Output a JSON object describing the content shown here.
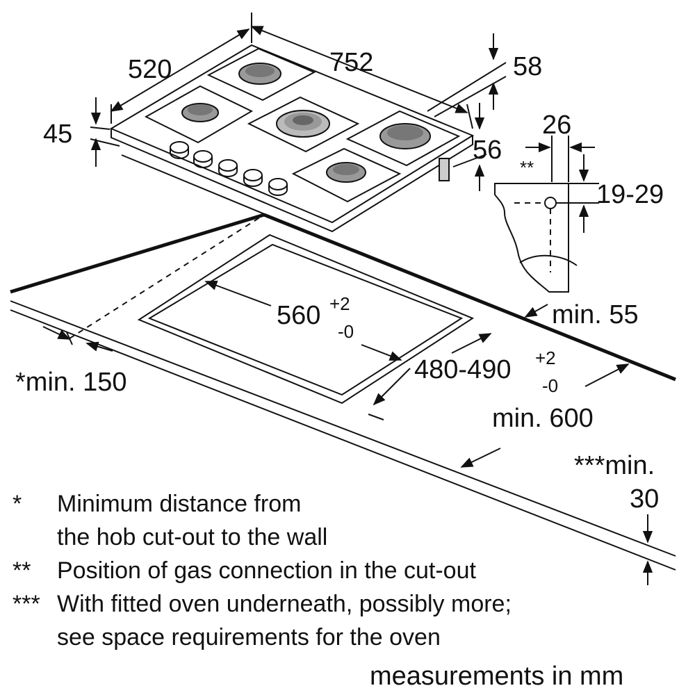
{
  "units_label": "measurements in mm",
  "hob_dimensions": {
    "depth": "520",
    "width": "752",
    "top_height": "58",
    "side_height": "45",
    "connector_height": "56"
  },
  "gas_connection_detail": {
    "marker": "**",
    "width": "26",
    "height_range": "19-29"
  },
  "cutout": {
    "width_value": "560",
    "width_tol_plus": "+2",
    "width_tol_minus": "-0",
    "depth_value": "480-490",
    "depth_tol_plus": "+2",
    "depth_tol_minus": "-0",
    "rear_clearance": "min. 55",
    "worktop_depth": "min. 600",
    "wall_distance": "*min. 150",
    "oven_gap_label": "***min.",
    "oven_gap_value": "30"
  },
  "notes": [
    {
      "marker": "*",
      "lines": [
        "Minimum distance from",
        "the hob cut-out to the wall"
      ]
    },
    {
      "marker": "**",
      "lines": [
        "Position of gas connection in the cut-out"
      ]
    },
    {
      "marker": "***",
      "lines": [
        "With fitted oven underneath, possibly more;",
        "see space requirements for the oven"
      ]
    }
  ]
}
